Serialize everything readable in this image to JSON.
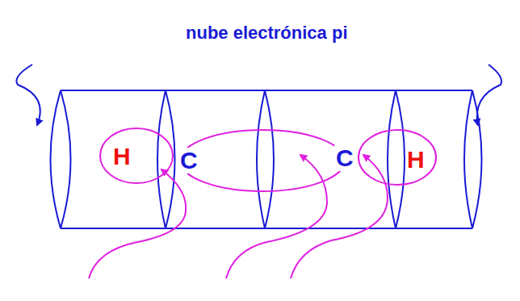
{
  "diagram": {
    "title": "nube electrónica pi",
    "nodes": [
      {
        "text": [
          "H"
        ]
      },
      {
        "text": [
          "H"
        ]
      }
    ],
    "labels": [
      "C",
      "C"
    ]
  }
}
